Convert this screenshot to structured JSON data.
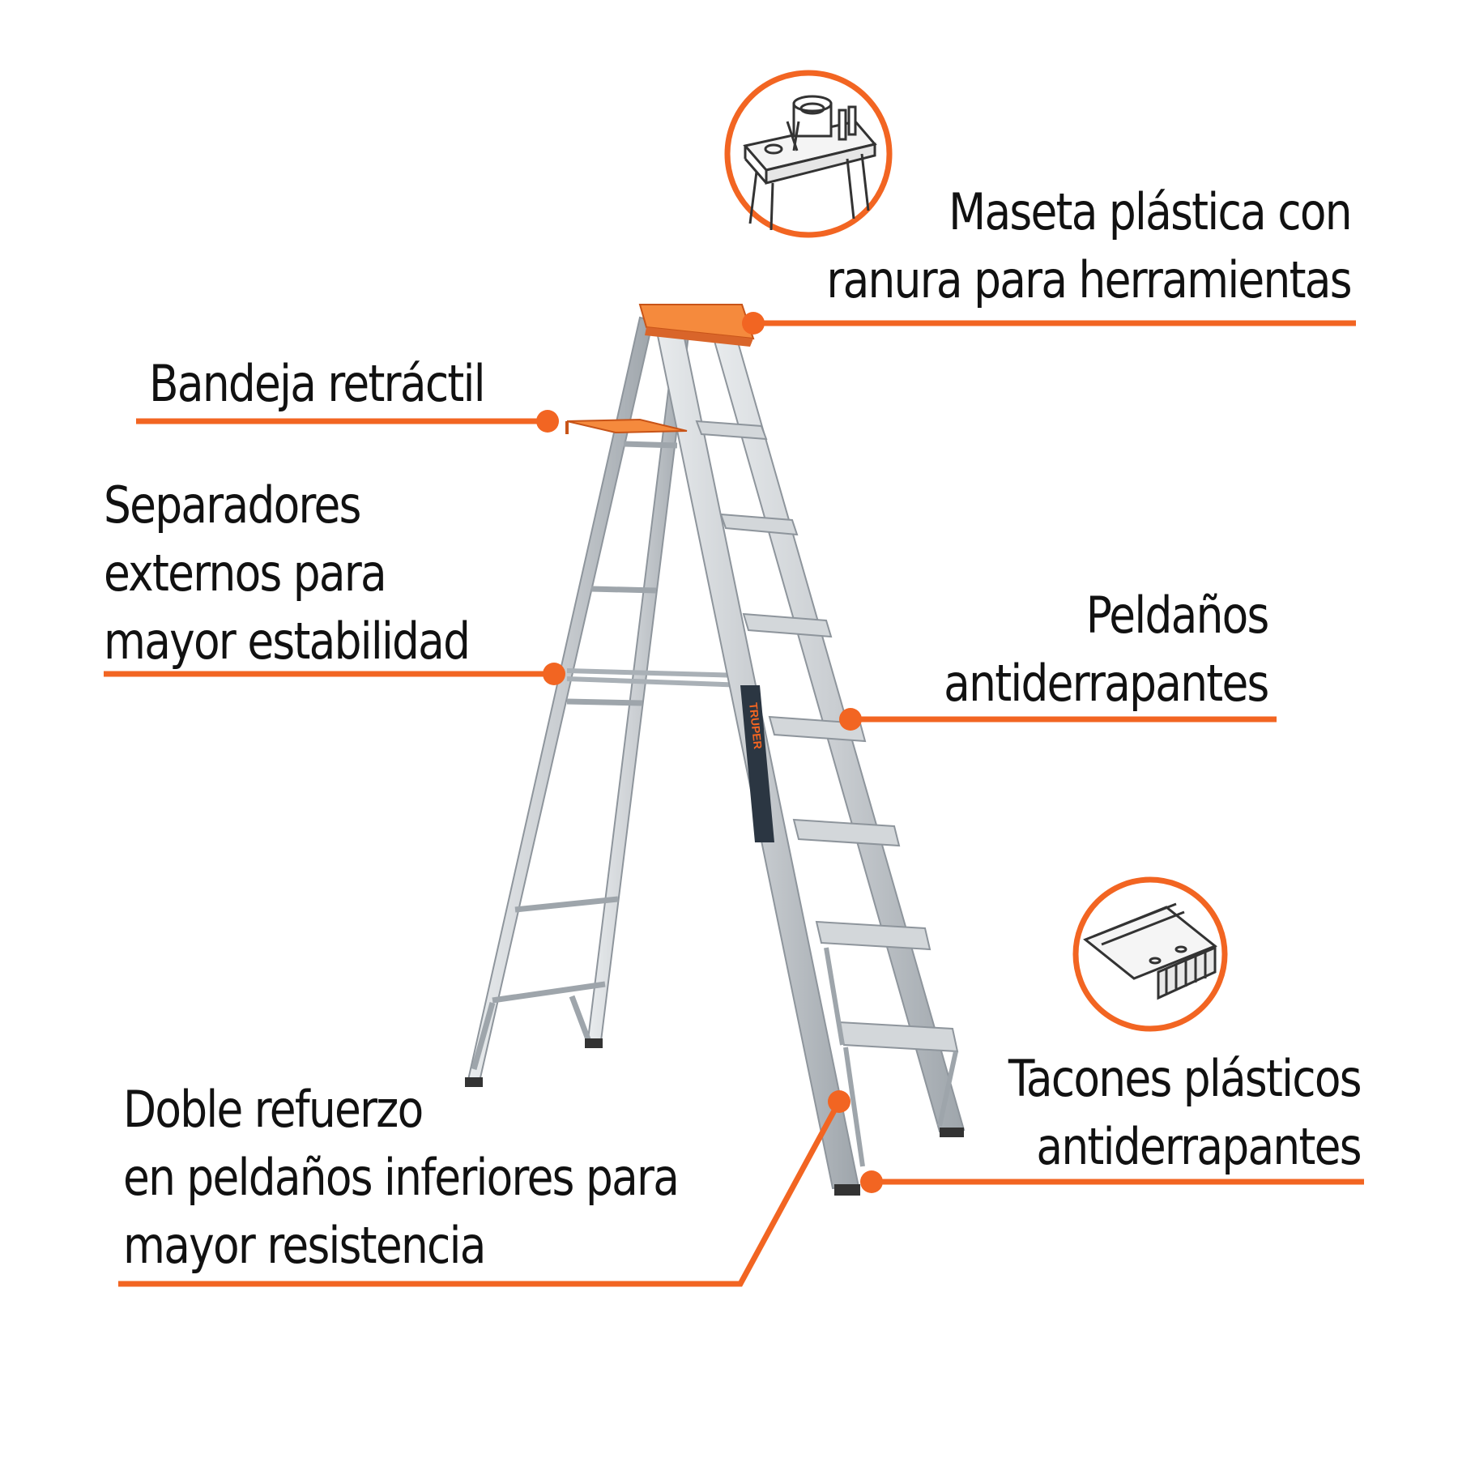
{
  "colors": {
    "accent": "#F26522",
    "text": "#111111",
    "aluminum": "#C9CDD1",
    "aluminum_dark": "#8E959C",
    "label_bg": "#2B3642"
  },
  "brand": {
    "name": "TRUPER"
  },
  "callouts": {
    "maseta": {
      "lines": [
        "Maseta plástica con",
        "ranura para herramientas"
      ],
      "icon": "pail-shelf-icon"
    },
    "bandeja": {
      "lines": [
        "Bandeja retráctil"
      ]
    },
    "separadores": {
      "lines": [
        "Separadores",
        "externos para",
        "mayor estabilidad"
      ]
    },
    "peldanos": {
      "lines": [
        "Peldaños",
        "antiderrapantes"
      ]
    },
    "refuerzo": {
      "lines": [
        "Doble refuerzo",
        "en peldaños inferiores para",
        "mayor resistencia"
      ]
    },
    "tacones": {
      "lines": [
        "Tacones plásticos",
        "antiderrapantes"
      ],
      "icon": "ribbed-foot-icon"
    }
  }
}
